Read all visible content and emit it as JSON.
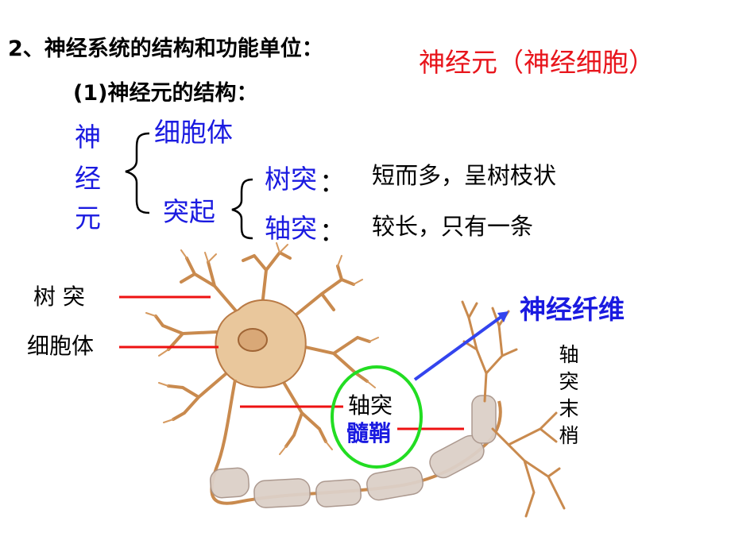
{
  "slide": {
    "title": "2、神经系统的结构和功能单位：",
    "answer": "神经元（神经细胞）",
    "subtitle": "(1)神经元的结构："
  },
  "tree": {
    "root_chars": [
      "神",
      "经",
      "元"
    ],
    "branch_cell_body": "细胞体",
    "branch_process": "突起",
    "dendrite": "树突",
    "dendrite_colon": "：",
    "dendrite_desc": "短而多，呈树枝状",
    "axon": "轴突",
    "axon_colon": "：",
    "axon_desc": "较长，只有一条"
  },
  "diagram": {
    "label_dendrite": "树  突",
    "label_cell_body": "细胞体",
    "label_axon": "轴突",
    "label_myelin": "髓鞘",
    "label_nerve_fiber": "神经纤维",
    "label_axon_terminal": "轴突末梢",
    "colors": {
      "pointer_line": "#ee1111",
      "circle": "#22dd22",
      "arrow": "#3344ee",
      "cell": "#e9c79c",
      "cell_outline": "#b97a45"
    }
  }
}
